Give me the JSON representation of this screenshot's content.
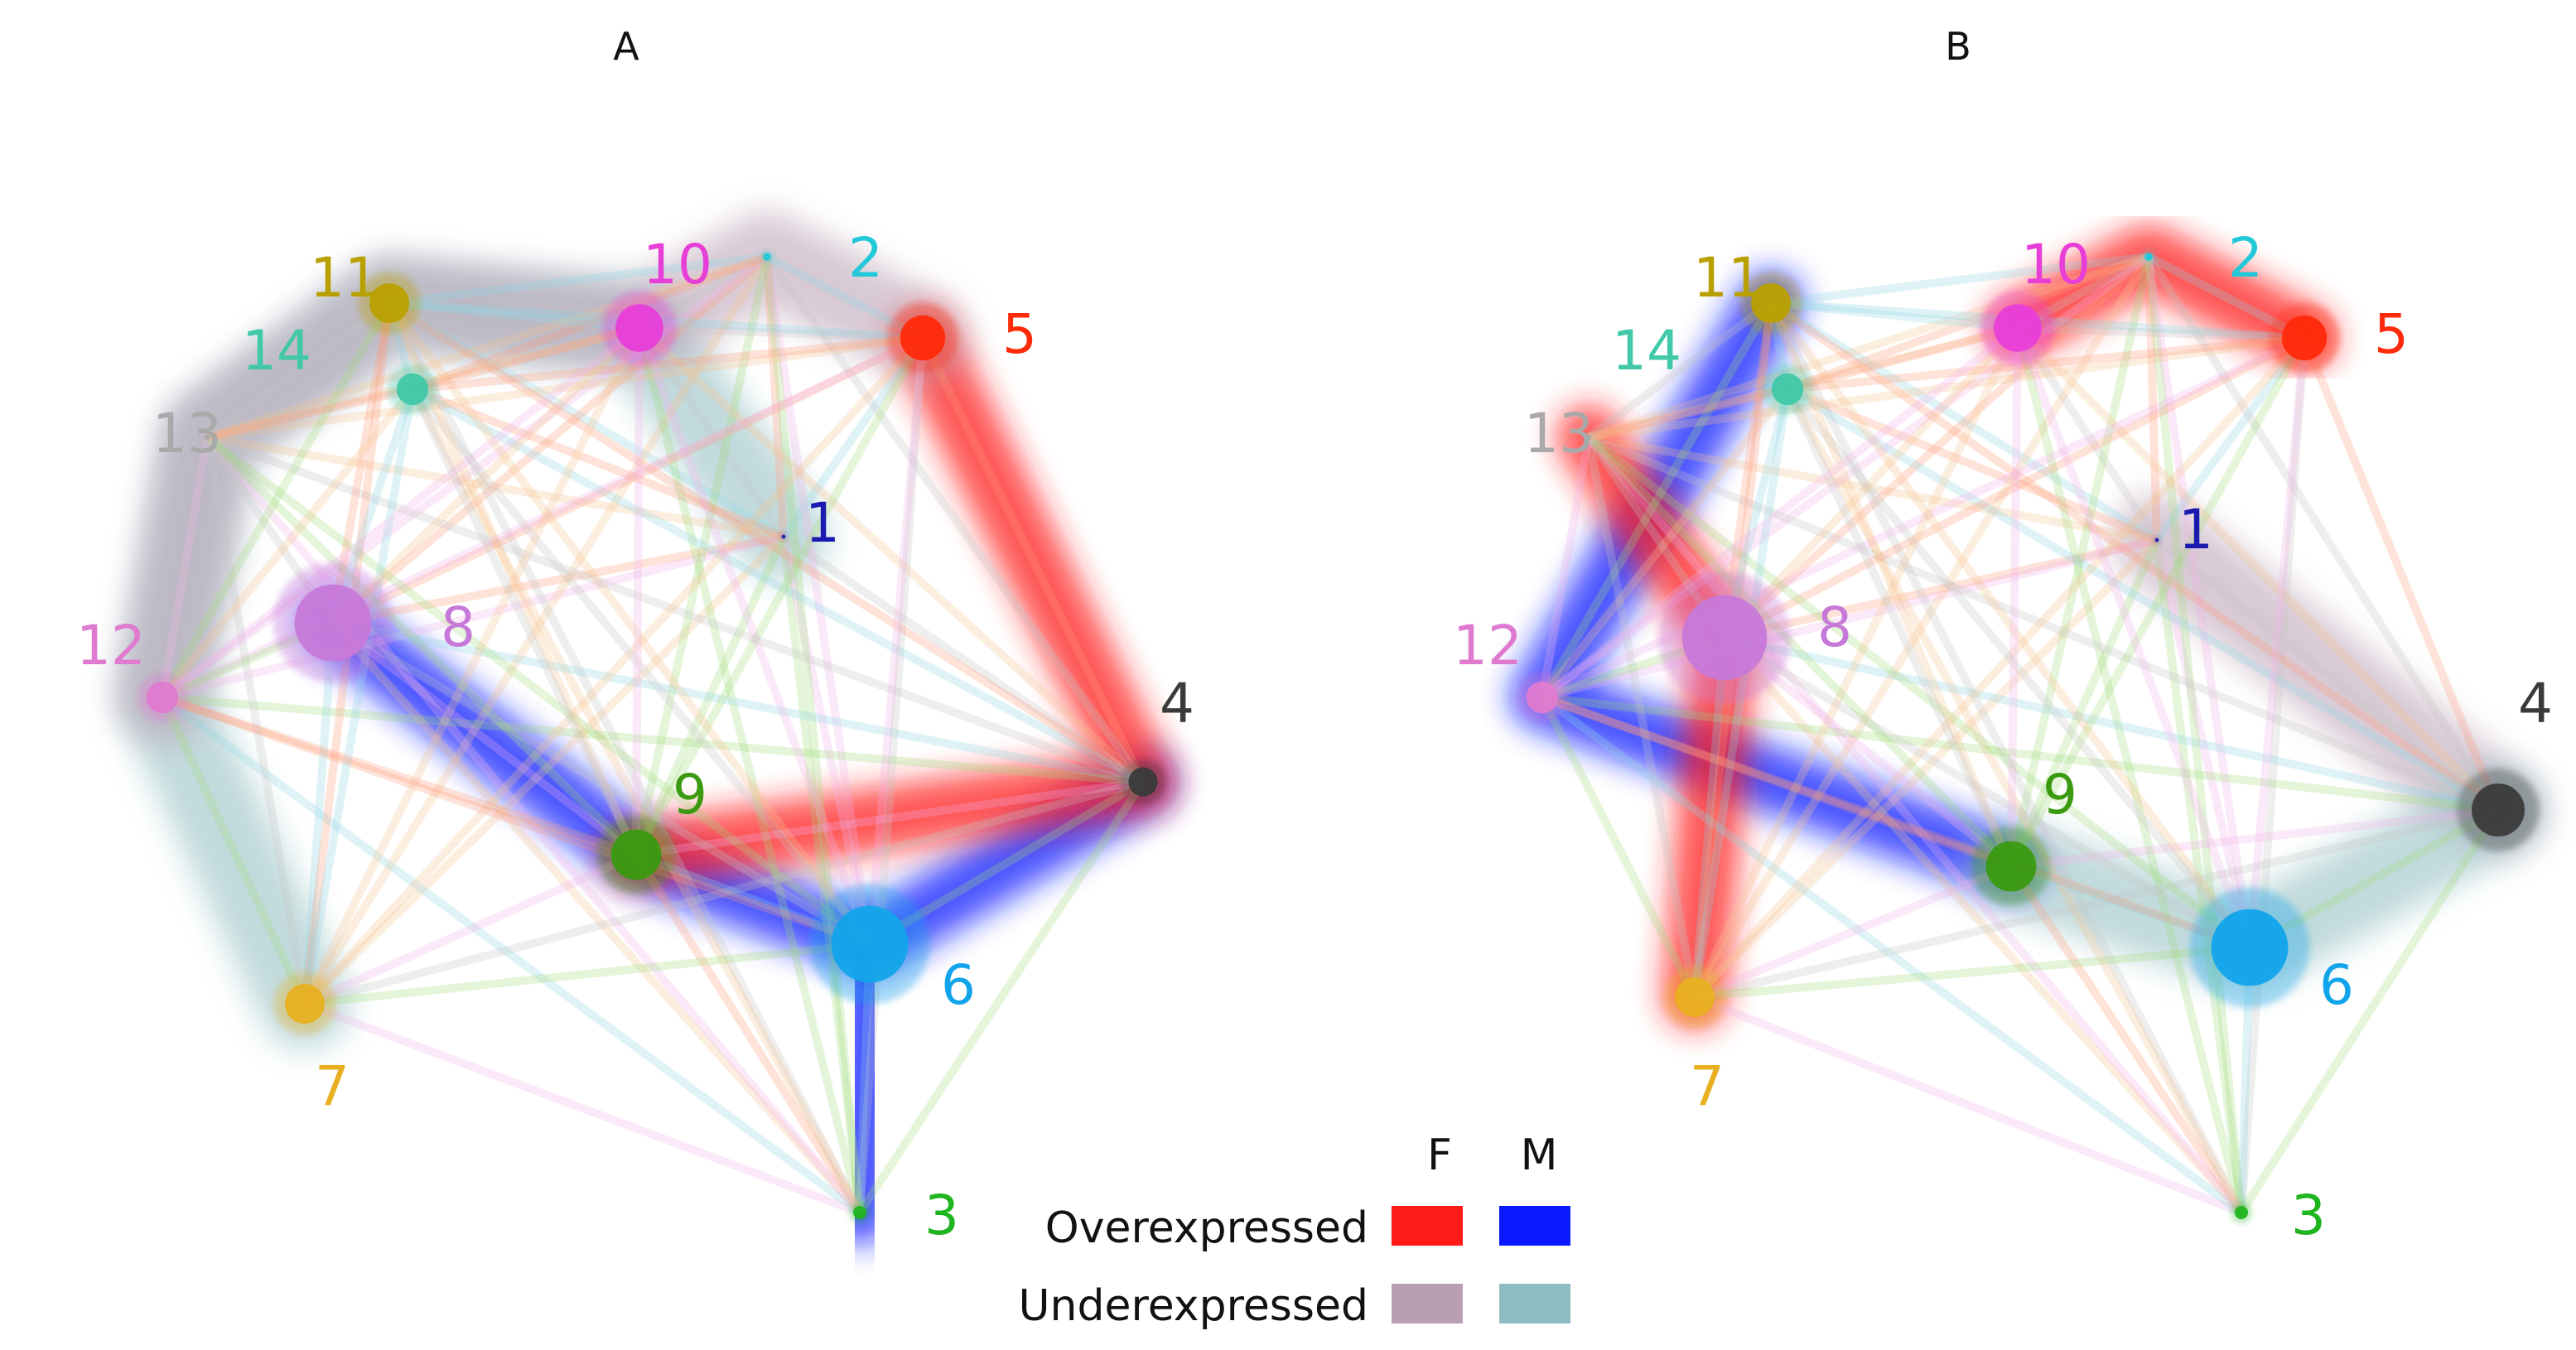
{
  "panels": [
    {
      "title": "A",
      "nodes": [
        {
          "id": "1",
          "color": "#1a1ab0"
        },
        {
          "id": "2",
          "color": "#22c8d8"
        },
        {
          "id": "3",
          "color": "#1fb51f"
        },
        {
          "id": "4",
          "color": "#3a3a3a"
        },
        {
          "id": "5",
          "color": "#ff2a0a"
        },
        {
          "id": "6",
          "color": "#12a4ea"
        },
        {
          "id": "7",
          "color": "#e8b020"
        },
        {
          "id": "8",
          "color": "#c779d9"
        },
        {
          "id": "9",
          "color": "#3a9a10"
        },
        {
          "id": "10",
          "color": "#e83ed8"
        },
        {
          "id": "11",
          "color": "#b8a000"
        },
        {
          "id": "12",
          "color": "#e07ad0"
        },
        {
          "id": "13",
          "color": "#a9a9a9"
        },
        {
          "id": "14",
          "color": "#40c8a8"
        }
      ],
      "highlights": [
        {
          "type": "over",
          "sex": "M",
          "path": [
            "8",
            "9",
            "6",
            "4"
          ]
        },
        {
          "type": "over",
          "sex": "M",
          "path": [
            "6",
            "3"
          ]
        },
        {
          "type": "over",
          "sex": "F",
          "path": [
            "5",
            "4",
            "9"
          ]
        },
        {
          "type": "under",
          "sex": "M",
          "path": [
            "7",
            "12",
            "13",
            "11",
            "10",
            "1"
          ]
        },
        {
          "type": "under",
          "sex": "F",
          "path": [
            "12",
            "13",
            "11",
            "10",
            "2",
            "5"
          ]
        }
      ]
    },
    {
      "title": "B",
      "nodes": [
        {
          "id": "1",
          "color": "#1a1ab0"
        },
        {
          "id": "2",
          "color": "#22c8d8"
        },
        {
          "id": "3",
          "color": "#1fb51f"
        },
        {
          "id": "4",
          "color": "#3a3a3a"
        },
        {
          "id": "5",
          "color": "#ff2a0a"
        },
        {
          "id": "6",
          "color": "#12a4ea"
        },
        {
          "id": "7",
          "color": "#e8b020"
        },
        {
          "id": "8",
          "color": "#c779d9"
        },
        {
          "id": "9",
          "color": "#3a9a10"
        },
        {
          "id": "10",
          "color": "#e83ed8"
        },
        {
          "id": "11",
          "color": "#b8a000"
        },
        {
          "id": "12",
          "color": "#e07ad0"
        },
        {
          "id": "13",
          "color": "#a9a9a9"
        },
        {
          "id": "14",
          "color": "#40c8a8"
        }
      ],
      "highlights": [
        {
          "type": "over",
          "sex": "M",
          "path": [
            "11",
            "12",
            "9"
          ]
        },
        {
          "type": "over",
          "sex": "F",
          "path": [
            "13",
            "8",
            "7"
          ]
        },
        {
          "type": "over",
          "sex": "F",
          "path": [
            "10",
            "2",
            "5"
          ]
        },
        {
          "type": "under",
          "sex": "F",
          "path": [
            "1",
            "4"
          ]
        },
        {
          "type": "under",
          "sex": "M",
          "path": [
            "9",
            "6",
            "4"
          ]
        }
      ]
    }
  ],
  "legend": {
    "column_headers": [
      "F",
      "M"
    ],
    "rows": [
      {
        "label": "Overexpressed",
        "colors": [
          "#ff1a1a",
          "#0a1aff"
        ]
      },
      {
        "label": "Underexpressed",
        "colors": [
          "#b99fb2",
          "#8fbcc0"
        ]
      }
    ]
  }
}
